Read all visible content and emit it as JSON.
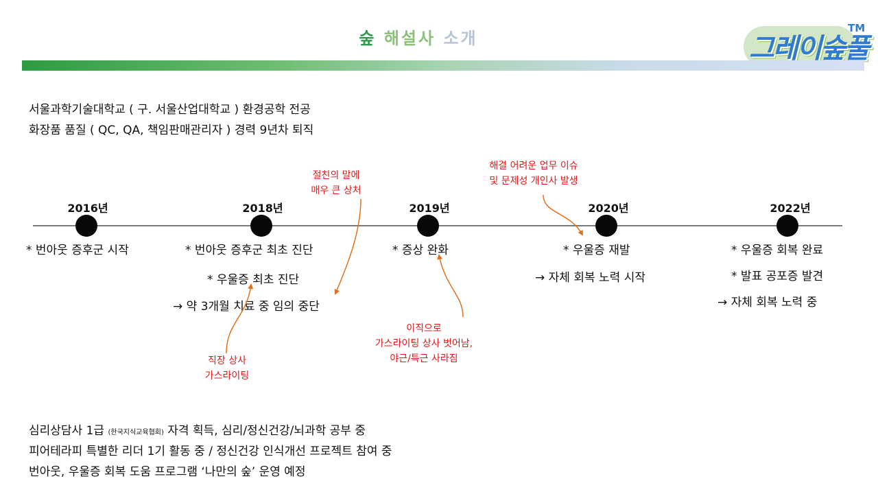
{
  "title": {
    "part1": "숲",
    "part2": "해설사",
    "part3": "소개"
  },
  "logo": {
    "text": "그레이숲풀",
    "tm": "TM"
  },
  "bio": [
    "서울과학기술대학교 ( 구. 서울산업대학교 ) 환경공학 전공",
    "화장품 품질 ( QC, QA, 책임판매관리자 ) 경력 9년차 퇴직"
  ],
  "timeline": {
    "years": [
      "2016년",
      "2018년",
      "2019년",
      "2020년",
      "2022년"
    ],
    "events": {
      "e2016": "* 번아웃 증후군 시작",
      "e2018a": "* 번아웃 증후군 최초 진단",
      "e2018b": "* 우울증 최초 진단",
      "e2018c": "→ 약 3개월 치료 중 임의 중단",
      "e2019": "* 증상 완화",
      "e2020a": "* 우울증 재발",
      "e2020b": "→ 자체 회복 노력 시작",
      "e2022a": "* 우울증 회복 완료",
      "e2022b": "* 발표 공포증 발견",
      "e2022c": "→ 자체 회복 노력 중"
    },
    "notes": {
      "friend": [
        "절친의 말에",
        "매우 큰 상처"
      ],
      "issue": [
        "해결 어려운 업무 이슈",
        "및 문제성 개인사 발생"
      ],
      "boss": [
        "직장 상사",
        "가스라이팅"
      ],
      "job": [
        "이직으로",
        "가스라이팅 상사 벗어남,",
        "야근/특근 사라짐"
      ]
    }
  },
  "bottom": {
    "line1_a": "심리상담사 1급",
    "line1_small": "(한국지식교육협회)",
    "line1_b": "자격 획득, 심리/정신건강/뇌과학 공부 중",
    "line2": "피어테라피 특별한 리더 1기 활동 중 / 정신건강 인식개선 프로젝트 참여 중",
    "line3": "번아웃, 우울증 회복 도움 프로그램 ‘나만의 숲’ 운영 예정"
  },
  "colors": {
    "accent_green": "#2f9a4c",
    "note_red": "#e01818",
    "arrow_orange": "#e0721e",
    "dot_black": "#080808"
  }
}
